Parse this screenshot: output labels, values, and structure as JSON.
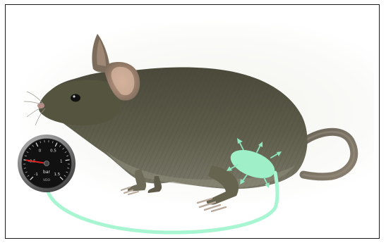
{
  "colors": {
    "frame": "#1a1a1a",
    "tube": "#a8f5d2",
    "balloon": "#9ff0c9",
    "arrows": "#8fe8bf",
    "gauge_face": "#111111",
    "gauge_rim": "#8a8a8a",
    "needle": "#e02020",
    "rat_fur": "#5b5a48"
  },
  "gauge": {
    "unit": "bar",
    "brand": "VDO",
    "tick_labels": [
      "-1",
      "-0.5",
      "0",
      "0.5",
      "1",
      "1.5"
    ],
    "reading": -0.5
  },
  "icons": {
    "animal": "rat-illustration",
    "sensor": "pressure-gauge-icon",
    "balloon": "balloon-icon",
    "inflation": "arrow-icon"
  }
}
